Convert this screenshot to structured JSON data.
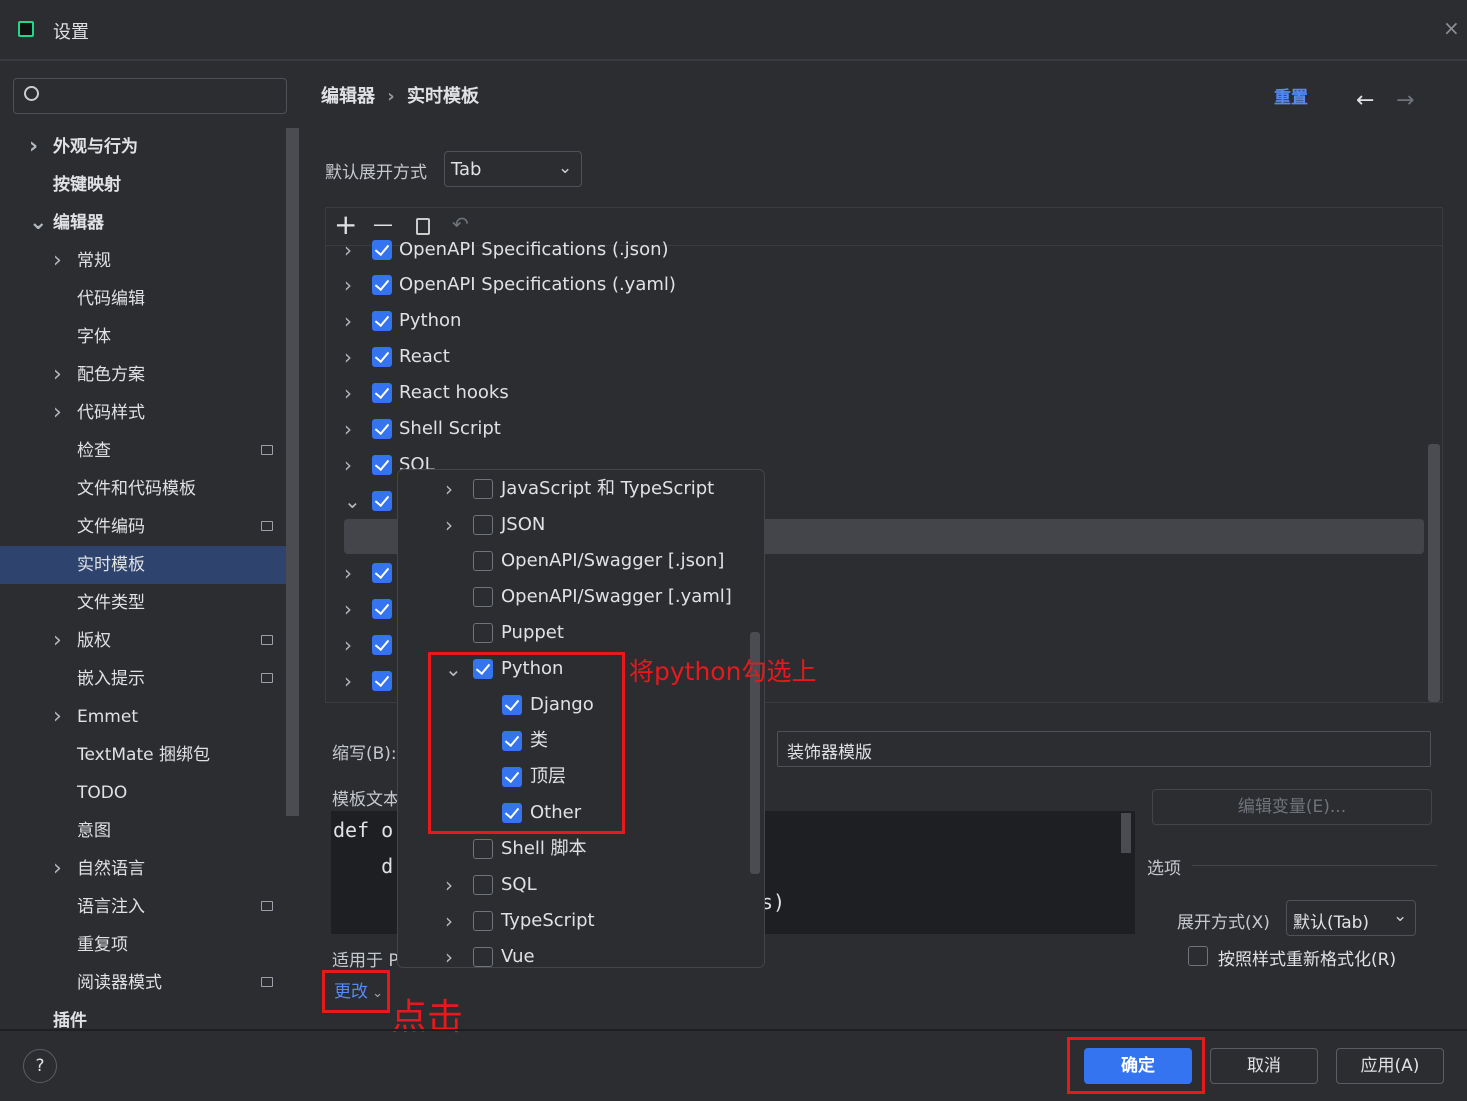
{
  "window": {
    "title": "设置",
    "close": "×"
  },
  "sidebar": {
    "items": [
      {
        "label": "外观与行为",
        "bold": true
      },
      {
        "label": "按键映射",
        "bold": true
      },
      {
        "label": "编辑器",
        "bold": true
      },
      {
        "label": "常规"
      },
      {
        "label": "代码编辑"
      },
      {
        "label": "字体"
      },
      {
        "label": "配色方案"
      },
      {
        "label": "代码样式"
      },
      {
        "label": "检查"
      },
      {
        "label": "文件和代码模板"
      },
      {
        "label": "文件编码"
      },
      {
        "label": "实时模板"
      },
      {
        "label": "文件类型"
      },
      {
        "label": "版权"
      },
      {
        "label": "嵌入提示"
      },
      {
        "label": "Emmet"
      },
      {
        "label": "TextMate 捆绑包"
      },
      {
        "label": "TODO"
      },
      {
        "label": "意图"
      },
      {
        "label": "自然语言"
      },
      {
        "label": "语言注入"
      },
      {
        "label": "重复项"
      },
      {
        "label": "阅读器模式"
      },
      {
        "label": "插件",
        "bold": true
      }
    ]
  },
  "header": {
    "breadcrumb": [
      "编辑器",
      "实时模板"
    ],
    "reset": "重置",
    "back": "←",
    "forward": "→"
  },
  "expand": {
    "label": "默认展开方式",
    "value": "Tab"
  },
  "toolbar": {
    "add": "+",
    "remove": "—"
  },
  "groups": [
    "OpenAPI Specifications (.json)",
    "OpenAPI Specifications (.yaml)",
    "Python",
    "React",
    "React hooks",
    "Shell Script",
    "SQL"
  ],
  "popup": {
    "items": [
      {
        "label": "JavaScript 和 TypeScript",
        "checked": false,
        "expandable": true
      },
      {
        "label": "JSON",
        "checked": false,
        "expandable": true
      },
      {
        "label": "OpenAPI/Swagger [.json]",
        "checked": false
      },
      {
        "label": "OpenAPI/Swagger [.yaml]",
        "checked": false
      },
      {
        "label": "Puppet",
        "checked": false
      },
      {
        "label": "Python",
        "checked": true,
        "expanded": true
      },
      {
        "label": "Django",
        "checked": true,
        "child": true
      },
      {
        "label": "类",
        "checked": true,
        "child": true
      },
      {
        "label": "顶层",
        "checked": true,
        "child": true
      },
      {
        "label": "Other",
        "checked": true,
        "child": true
      },
      {
        "label": "Shell 脚本",
        "checked": false
      },
      {
        "label": "SQL",
        "checked": false,
        "expandable": true
      },
      {
        "label": "TypeScript",
        "checked": false,
        "expandable": true
      },
      {
        "label": "Vue",
        "checked": false,
        "expandable": true
      }
    ]
  },
  "annotations": {
    "python": "将python勾选上",
    "click": "点击"
  },
  "form": {
    "abbrev_label": "缩写(B):",
    "description": "装饰器模版",
    "template_label": "模板文本",
    "code": [
      "def o",
      "    d",
      "s)"
    ],
    "applies": "适用于 P",
    "change": "更改",
    "edit_vars": "编辑变量(E)...",
    "options": "选项",
    "expand_with_label": "展开方式(X)",
    "expand_with_value": "默认(Tab)",
    "reformat": "按照样式重新格式化(R)"
  },
  "footer": {
    "help": "?",
    "ok": "确定",
    "cancel": "取消",
    "apply": "应用(A)"
  }
}
